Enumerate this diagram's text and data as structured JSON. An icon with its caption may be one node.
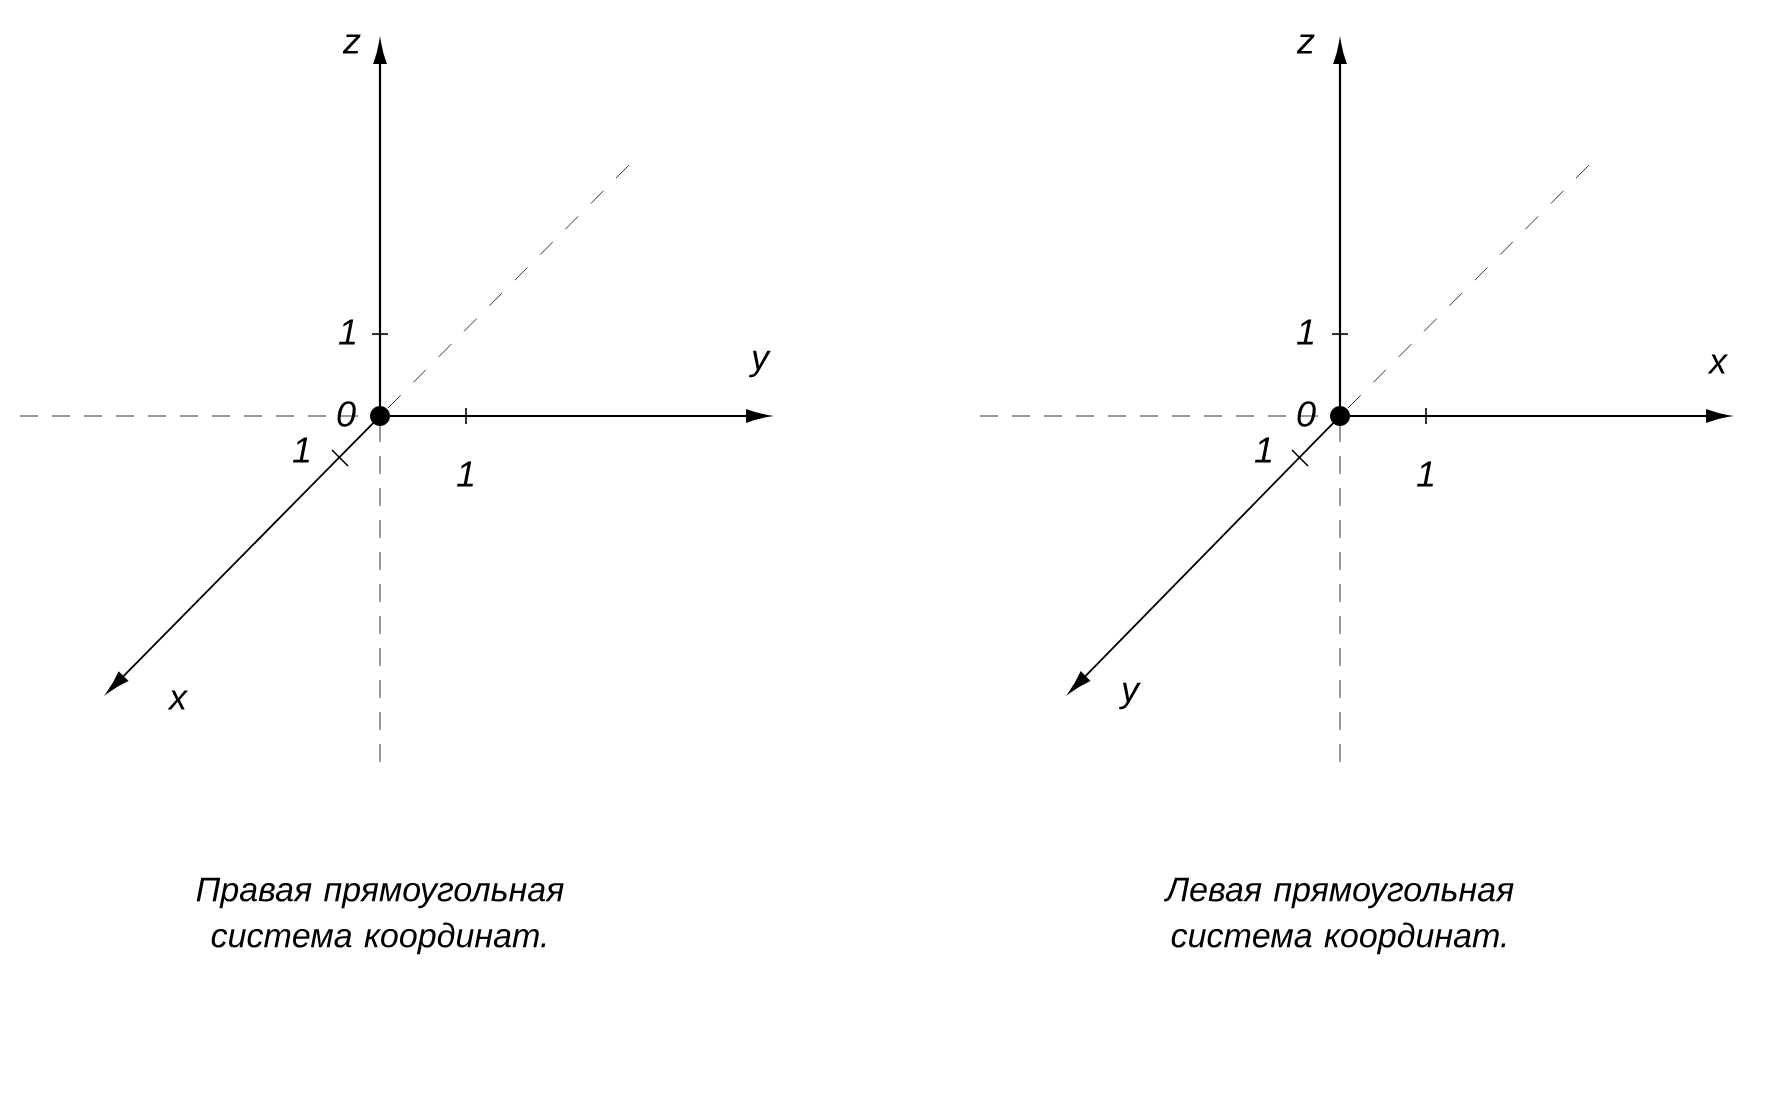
{
  "diagram": {
    "labels": [
      "z",
      "1",
      "y",
      "0",
      "1",
      "1",
      "x",
      "z",
      "1",
      "x",
      "0",
      "1",
      "1",
      "y",
      "Правая прямоугольная система координат.",
      "Левая прямоугольная система координат."
    ]
  }
}
